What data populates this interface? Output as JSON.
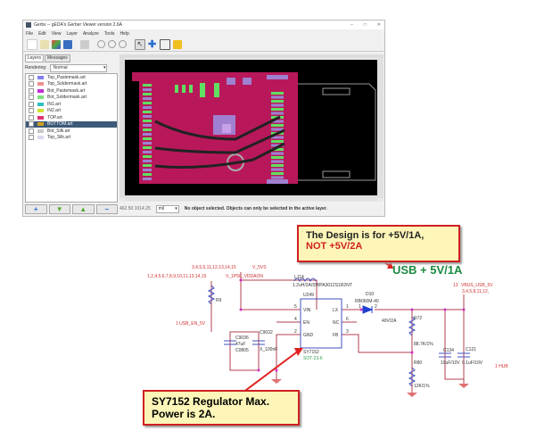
{
  "window": {
    "title": "Gerbv -- gEDA's Gerber Viewer version 2.6A",
    "menu": [
      "File",
      "Edit",
      "View",
      "Layer",
      "Analyze",
      "Tools",
      "Help"
    ],
    "tabs": [
      "Layers",
      "Messages"
    ],
    "rendering_label": "Rendering:",
    "rendering_value": "Normal",
    "layers": [
      {
        "name": "Top_Pastemask.art",
        "color": "#8080f0"
      },
      {
        "name": "Top_Soldermask.art",
        "color": "#f09090"
      },
      {
        "name": "Bot_Pastemask.art",
        "color": "#c030d0"
      },
      {
        "name": "Bot_Soldermask.art",
        "color": "#80e080"
      },
      {
        "name": "IN1.art",
        "color": "#30c0c0"
      },
      {
        "name": "IN2.art",
        "color": "#d0e030"
      },
      {
        "name": "TOP.art",
        "color": "#e03070"
      },
      {
        "name": "BOTTOM.art",
        "color": "#d0a020",
        "active": true
      },
      {
        "name": "Bot_Silk.art",
        "color": "#c8c8c8"
      },
      {
        "name": "Top_Silk.art",
        "color": "#d8d8f0"
      }
    ],
    "layer_buttons": [
      "+",
      "▼",
      "▲",
      "−"
    ],
    "status": {
      "coords": "462.50  1014.25",
      "unit": "mil",
      "message": "No object selected. Objects can only be selected in the active layer."
    }
  },
  "schematic": {
    "callout_top": {
      "line1": "The Design is for +5V/1A,",
      "line2": "NOT +5V/2A"
    },
    "usb_label": "USB + 5V/1A",
    "callout_bottom": {
      "line1": "SY7152 Regulator Max.",
      "line2": "Power is 2A."
    },
    "labels": {
      "v5vs_refs": "3,4,5,6,11,12,13,14,15",
      "v5vs": "V_5VS",
      "vddaon_refs": "1,2,4,5,6,7,8,9,10,11,13,14,15",
      "vddaon": "V_1P50_VDDAON",
      "l114": "L114",
      "l114_val": "1.2uH/2A/SWPA3012S1R2NT",
      "u249": "U249",
      "pin_vin": "VIN",
      "pin_en": "EN",
      "pin_gnd": "GND",
      "pin_lx": "LX",
      "pin_nc": "NC",
      "pin_fb": "FB",
      "pn5": "5",
      "pn4": "4",
      "pn2": "2",
      "pn1": "1",
      "pn6": "6",
      "pn3": "3",
      "ic_name": "SY7152",
      "ic_pkg": "SOT-23-6",
      "d10": "D10",
      "d10_val": "RB060M-40",
      "d10_rating": "40V/2A",
      "d_pin1": "1",
      "d_pin2": "2",
      "r72": "R72",
      "r72_val": "88.7K/1%",
      "r80": "R80",
      "r80_val": "12K/1%",
      "c134": "C134",
      "c134_val": "10uF/10V",
      "c121": "C121",
      "c121_val": "0.1uF/10V",
      "hub": "1  HUB",
      "vbus_num": "13",
      "vbus": "VBUS_USB_5V",
      "vbus_refs": "3,4,5,8,11,12,",
      "usb_en": "1  USB_EN_5V",
      "c9036": "C9036",
      "c9036_val": "47uF",
      "c9036_pkg": "C0805",
      "c9032": "C9032",
      "c9032_val": "X_100nF",
      "r_top": "R9"
    }
  }
}
